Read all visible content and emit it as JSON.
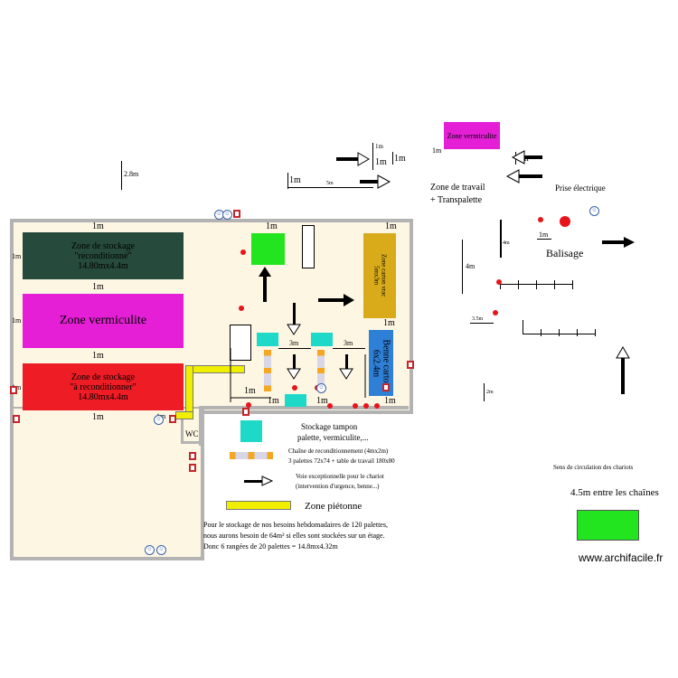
{
  "dimensions": {
    "d_2_8m": "2.8m",
    "d_1m_a": "1m",
    "d_1m_b": "1m",
    "d_1m_c": "1m",
    "d_1m_d": "1m",
    "d_1m_e": "1m",
    "d_5m": "5m",
    "d_1m_top1": "1m",
    "d_1m_top2": "1m",
    "d_1m_top3": "1m",
    "d_1m_left1": "1m",
    "d_1m_left2": "1m",
    "d_1m_left3": "1m",
    "d_1m_in1": "1m",
    "d_1m_in2": "1m",
    "d_1m_in3": "1m",
    "d_1m_in4": "1m",
    "d_1m_bot1": "1m",
    "d_1m_bot2": "1m",
    "d_1m_bot3": "1m",
    "d_1m_bot4": "1m",
    "d_1m_bot5": "1m",
    "d_1m_right1": "1m",
    "d_1m_right2": "1m",
    "d_1m_right3": "1m",
    "d_3m_a": "3m",
    "d_3m_b": "3m",
    "d_4m_a": "4m",
    "d_4m_b": "4m",
    "d_3_5m": "3.5m",
    "d_2m": "2m",
    "d_1m_bal": "1m"
  },
  "zones": {
    "stock_recond_title": "Zone de stockage",
    "stock_recond_sub": "\"reconditionné\"",
    "stock_recond_size": "14.80mx4.4m",
    "vermiculite_main": "Zone vermiculite",
    "stock_arecond_title": "Zone de stockage",
    "stock_arecond_sub": "\"à reconditionner\"",
    "stock_arecond_size": "14.80mx4.4m",
    "vermiculite_legend": "Zone vermiculite",
    "benne_carton_title": "Benne carton",
    "benne_carton_size": "6x2.4m",
    "zone_carton": "Zone carton vrac",
    "zone_carton_size": "5mx3m",
    "wc": "WC"
  },
  "labels": {
    "zone_travail_1": "Zone de travail",
    "zone_travail_2": "+ Transpalette",
    "prise": "Prise électrique",
    "balisage": "Balisage",
    "stockage_tampon_1": "Stockage tampon",
    "stockage_tampon_2": "palette, vermiculite,...",
    "chaine_1": "Chaîne de reconditionnement (4mx2m)",
    "chaine_2": "3 palettes 72x74 + table de travail 180x80",
    "voie_1": "Voie exceptionnelle pour le chariot",
    "voie_2": "(intervention d'urgence, benne...)",
    "zone_pietonne": "Zone piétonne",
    "sens_circulation": "Sens de circulation des chariots",
    "entre_chaines": "4.5m entre les chaînes",
    "note_1": "Pour le stockage de nos besoins hebdomadaires de 120 palettes,",
    "note_2": "nous aurons besoin de 64m² si elles sont stockées sur un étage.",
    "note_3": "Donc 6 rangées de 20 palettes = 14.8mx4.32m",
    "watermark": "www.archifacile.fr"
  },
  "colors": {
    "dark_green": "#264a3c",
    "magenta": "#e41fd6",
    "red": "#ee1c25",
    "bright_green": "#22e51f",
    "ochre": "#d9ab1a",
    "blue": "#2e7fd6",
    "cyan": "#1ed8c8",
    "yellow": "#f1ef00",
    "floor": "#fdf6e3",
    "wall": "#b3b3b3"
  }
}
